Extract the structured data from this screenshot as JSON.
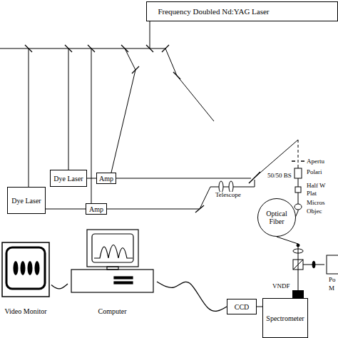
{
  "diagram": {
    "nodes": [
      {
        "text": [
          "Frequency Doubled Nd:YAG Laser"
        ]
      },
      {
        "text": [
          "Dye Laser"
        ]
      },
      {
        "text": [
          "Amp"
        ]
      },
      {
        "text": [
          "Dye Laser"
        ]
      },
      {
        "text": [
          "Amp"
        ]
      },
      {
        "text": [
          "Optical Fiber"
        ]
      },
      {
        "text": [
          "Video Monitor"
        ]
      },
      {
        "text": [
          "Computer"
        ]
      },
      {
        "text": [
          "CCD"
        ]
      },
      {
        "text": [
          "Spectrometer"
        ]
      }
    ],
    "edges": [
      {
        "from": 1,
        "to": 2,
        "arrow": "none"
      },
      {
        "from": 3,
        "to": 4,
        "arrow": "none"
      },
      {
        "from": 5,
        "to": 9,
        "arrow": "none"
      },
      {
        "from": 6,
        "to": 7,
        "arrow": "none"
      },
      {
        "from": 7,
        "to": 8,
        "arrow": "none"
      },
      {
        "from": 8,
        "to": 9,
        "arrow": "none"
      }
    ],
    "labels": [
      "50/50 BS",
      "Telescope",
      "Apertu",
      "Polari",
      "Half W",
      "Plat",
      "Micros",
      "Objec",
      "VNDF",
      "Po",
      "M"
    ]
  }
}
